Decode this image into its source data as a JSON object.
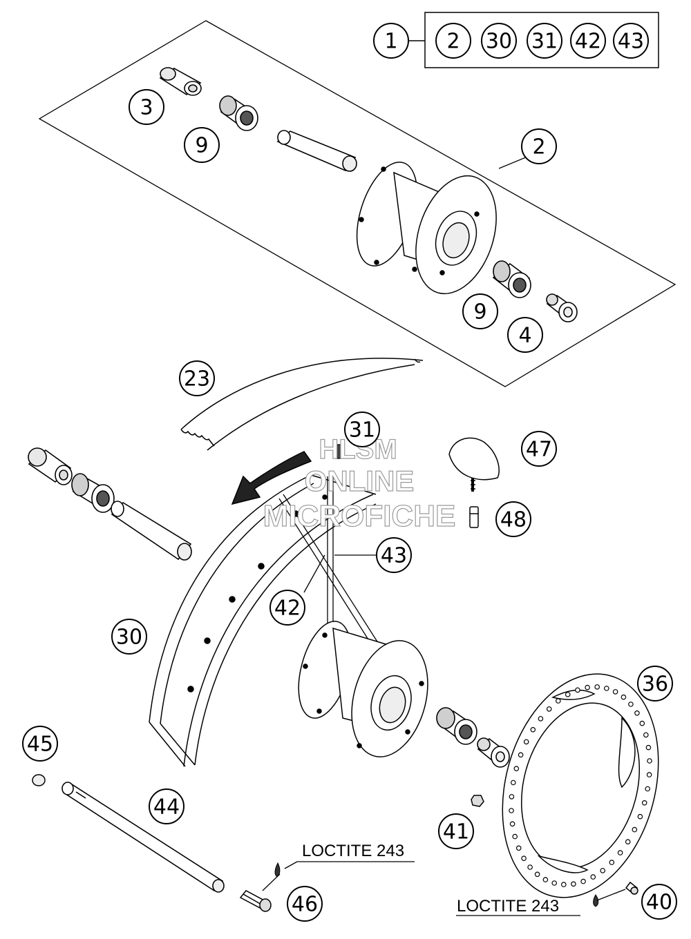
{
  "callouts": [
    {
      "id": "c1",
      "label": "1"
    },
    {
      "id": "c2-kit",
      "label": "2"
    },
    {
      "id": "c30-kit",
      "label": "30"
    },
    {
      "id": "c31-kit",
      "label": "31"
    },
    {
      "id": "c42-kit",
      "label": "42"
    },
    {
      "id": "c43-kit",
      "label": "43"
    },
    {
      "id": "c3",
      "label": "3"
    },
    {
      "id": "c9-top",
      "label": "9"
    },
    {
      "id": "c2",
      "label": "2"
    },
    {
      "id": "c9-bottom",
      "label": "9"
    },
    {
      "id": "c4",
      "label": "4"
    },
    {
      "id": "c23",
      "label": "23"
    },
    {
      "id": "c31",
      "label": "31"
    },
    {
      "id": "c47",
      "label": "47"
    },
    {
      "id": "c48",
      "label": "48"
    },
    {
      "id": "c43",
      "label": "43"
    },
    {
      "id": "c42",
      "label": "42"
    },
    {
      "id": "c30",
      "label": "30"
    },
    {
      "id": "c36",
      "label": "36"
    },
    {
      "id": "c45",
      "label": "45"
    },
    {
      "id": "c44",
      "label": "44"
    },
    {
      "id": "c41",
      "label": "41"
    },
    {
      "id": "c46",
      "label": "46"
    },
    {
      "id": "c40",
      "label": "40"
    }
  ],
  "notes": {
    "loctite_left": "LOCTITE 243",
    "loctite_right": "LOCTITE 243"
  },
  "watermark": {
    "line1": "HLSM",
    "line2": "ONLINE",
    "line3": "MICROFICHE"
  }
}
